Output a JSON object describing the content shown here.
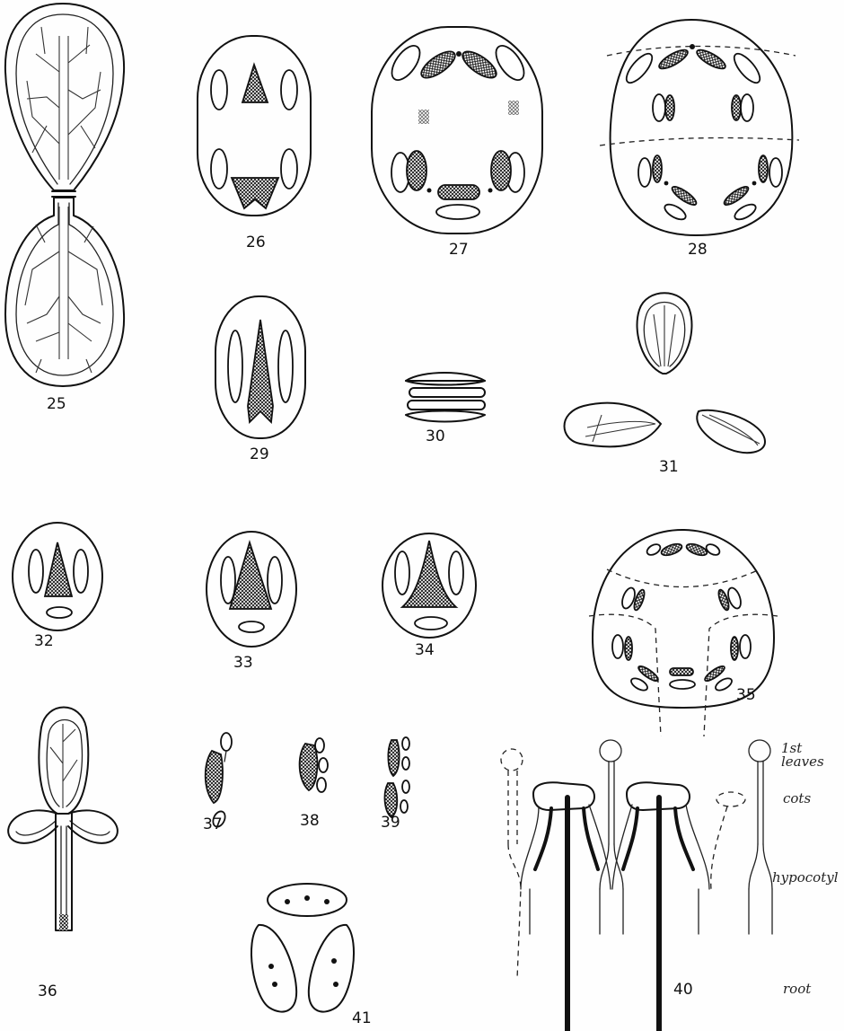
{
  "plate": {
    "figure_numbers": [
      "25",
      "26",
      "27",
      "28",
      "29",
      "30",
      "31",
      "32",
      "33",
      "34",
      "35",
      "36",
      "37",
      "38",
      "39",
      "40",
      "41"
    ],
    "annotations": {
      "first_leaves": "1st leaves",
      "cots": "cots",
      "hypocotyl": "hypocotyl",
      "root": "root"
    }
  }
}
